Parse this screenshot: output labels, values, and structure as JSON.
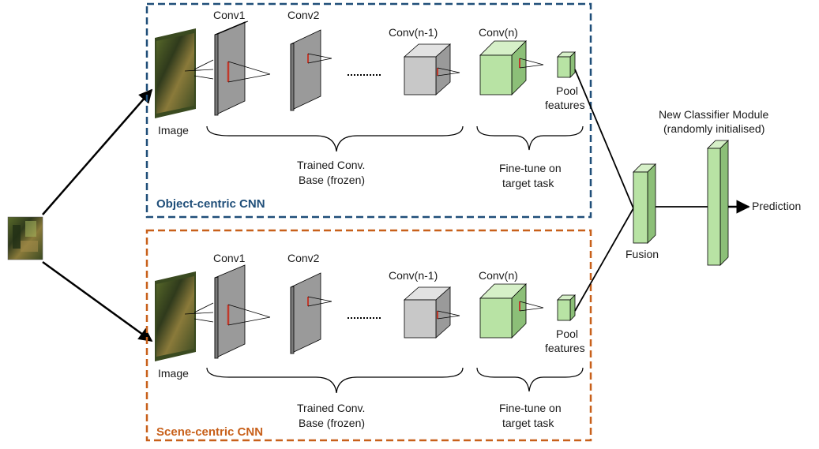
{
  "panels": {
    "object": {
      "title": "Object-centric CNN",
      "color": "#1f4e79",
      "image_label": "Image",
      "conv1": "Conv1",
      "conv2": "Conv2",
      "conv_n_minus_1": "Conv(n-1)",
      "conv_n": "Conv(n)",
      "pool_line1": "Pool",
      "pool_line2": "features",
      "base_line1": "Trained Conv.",
      "base_line2": "Base (frozen)",
      "finetune_line1": "Fine-tune on",
      "finetune_line2": "target task"
    },
    "scene": {
      "title": "Scene-centric CNN",
      "color": "#c8601a",
      "image_label": "Image",
      "conv1": "Conv1",
      "conv2": "Conv2",
      "conv_n_minus_1": "Conv(n-1)",
      "conv_n": "Conv(n)",
      "pool_line1": "Pool",
      "pool_line2": "features",
      "base_line1": "Trained Conv.",
      "base_line2": "Base (frozen)",
      "finetune_line1": "Fine-tune on",
      "finetune_line2": "target task"
    }
  },
  "fusion_label": "Fusion",
  "classifier_line1": "New Classifier Module",
  "classifier_line2": "(randomly initialised)",
  "prediction_label": "Prediction",
  "colors": {
    "gray_face": "#c8c8c8",
    "gray_top": "#e2e2e2",
    "gray_side": "#9a9a9a",
    "green_face": "#b8e3a4",
    "green_top": "#d6f0c8",
    "green_side": "#8cbf78",
    "kernel": "#c0392b"
  }
}
